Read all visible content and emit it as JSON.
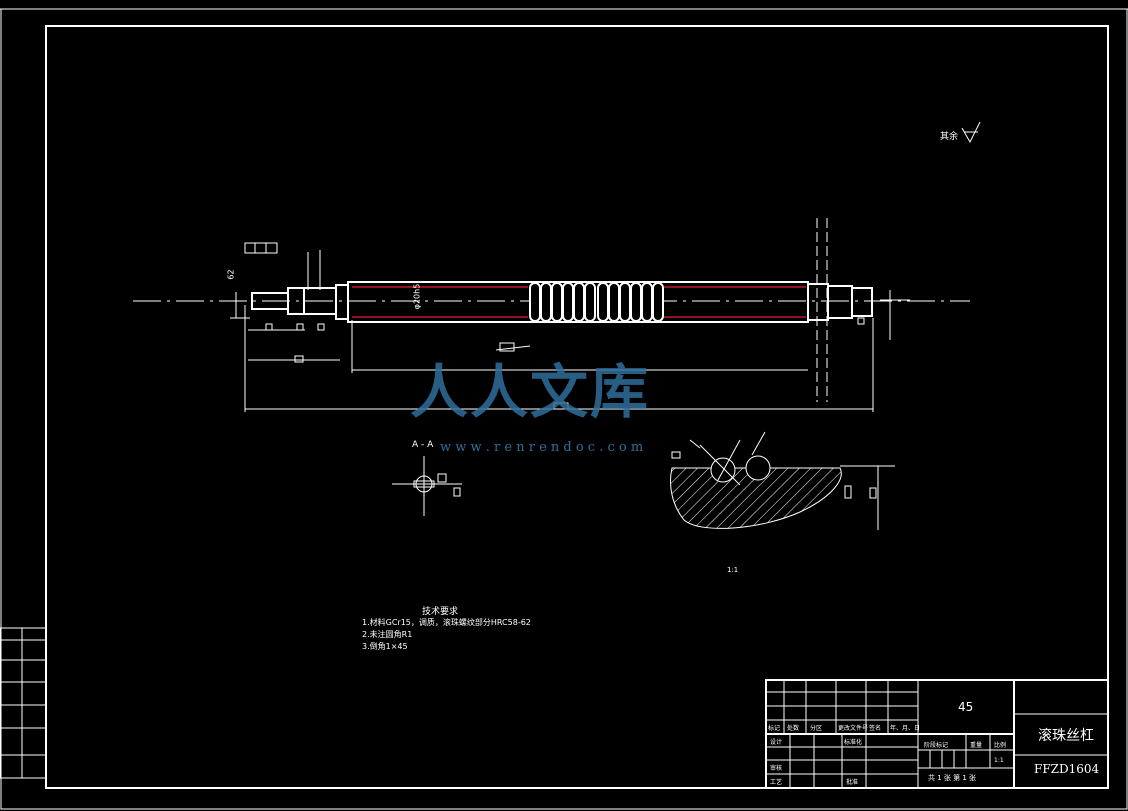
{
  "surface_finish_note": "其余",
  "section_label": "A - A",
  "detail_scale": "1:1",
  "dimension_text": {
    "thread_major": "φ20h5",
    "end_left": "62"
  },
  "technical_requirements": {
    "title": "技术要求",
    "items": [
      "1.材料GCr15，调质，滚珠螺纹部分HRC58-62",
      "2.未注圆角R1",
      "3.倒角1×45"
    ]
  },
  "title_block": {
    "material": "45",
    "part_name": "滚珠丝杠",
    "drawing_number": "FFZD1604",
    "scale": "1:1",
    "sheet_info": "共 1 张  第 1 张",
    "header_labels": [
      "标记",
      "处数",
      "分区",
      "更改文件号",
      "签名",
      "年、月、日"
    ],
    "row_labels": [
      "设计",
      "审核",
      "工艺"
    ],
    "mid_labels": [
      "标准化",
      "批准"
    ],
    "stage_labels": [
      "阶段标记",
      "重量",
      "比例"
    ]
  },
  "watermark": {
    "brand": "人人文库",
    "url": "w w w . r e n r e n d o c . c o m"
  },
  "colors": {
    "background": "#000000",
    "line": "#ffffff",
    "accent_red": "#c0182a",
    "watermark": "#2f6f9c"
  }
}
